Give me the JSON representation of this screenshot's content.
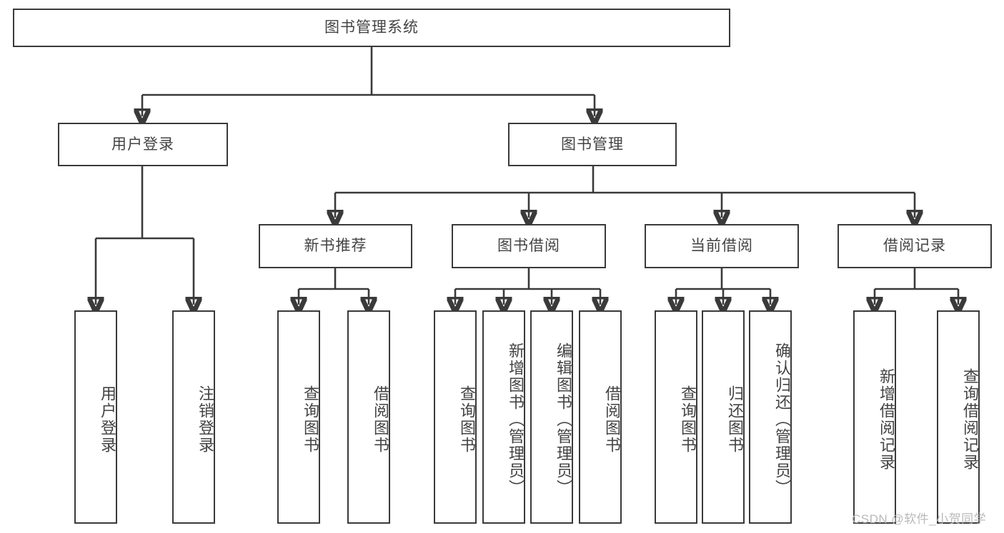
{
  "title": "图书管理系统 功能结构图",
  "watermark": "CSDN @软件_小贺同学",
  "colors": {
    "box_border": "#3a3a3a",
    "box_fill": "#ffffff",
    "text": "#434343",
    "edge": "#3a3a3a",
    "watermark": "#b9b9b9",
    "background": "#ffffff"
  },
  "chart_data": {
    "type": "diagram",
    "subtype": "tree-hierarchy",
    "title": "图书管理系统",
    "orientation": "top-down",
    "levels": 4,
    "nodes": [
      {
        "id": "root",
        "label": "图书管理系统",
        "level": 0,
        "parent": null
      },
      {
        "id": "login",
        "label": "用户登录",
        "level": 1,
        "parent": "root"
      },
      {
        "id": "bookmgmt",
        "label": "图书管理",
        "level": 1,
        "parent": "root"
      },
      {
        "id": "login-a",
        "label": "用户登录",
        "level": 2,
        "parent": "login"
      },
      {
        "id": "login-b",
        "label": "注销登录",
        "level": 2,
        "parent": "login"
      },
      {
        "id": "newbook",
        "label": "新书推荐",
        "level": 2,
        "parent": "bookmgmt"
      },
      {
        "id": "borrow",
        "label": "图书借阅",
        "level": 2,
        "parent": "bookmgmt"
      },
      {
        "id": "current",
        "label": "当前借阅",
        "level": 2,
        "parent": "bookmgmt"
      },
      {
        "id": "record",
        "label": "借阅记录",
        "level": 2,
        "parent": "bookmgmt"
      },
      {
        "id": "newbook-a",
        "label": "查询图书",
        "level": 3,
        "parent": "newbook"
      },
      {
        "id": "newbook-b",
        "label": "借阅图书",
        "level": 3,
        "parent": "newbook"
      },
      {
        "id": "borrow-a",
        "label": "查询图书",
        "level": 3,
        "parent": "borrow"
      },
      {
        "id": "borrow-b",
        "label": "新增图书（管理员）",
        "level": 3,
        "parent": "borrow"
      },
      {
        "id": "borrow-c",
        "label": "编辑图书（管理员）",
        "level": 3,
        "parent": "borrow"
      },
      {
        "id": "borrow-d",
        "label": "借阅图书",
        "level": 3,
        "parent": "borrow"
      },
      {
        "id": "current-a",
        "label": "查询图书",
        "level": 3,
        "parent": "current"
      },
      {
        "id": "current-b",
        "label": "归还图书",
        "level": 3,
        "parent": "current"
      },
      {
        "id": "current-c",
        "label": "确认归还（管理员）",
        "level": 3,
        "parent": "current"
      },
      {
        "id": "record-a",
        "label": "新增借阅记录",
        "level": 3,
        "parent": "record"
      },
      {
        "id": "record-b",
        "label": "查询借阅记录",
        "level": 3,
        "parent": "record"
      }
    ]
  },
  "nodes": {
    "root": "图书管理系统",
    "login": "用户登录",
    "bookmgmt": "图书管理",
    "login_a": "用户登录",
    "login_b": "注销登录",
    "newbook": "新书推荐",
    "borrow": "图书借阅",
    "current": "当前借阅",
    "record": "借阅记录",
    "newbook_a": "查询图书",
    "newbook_b": "借阅图书",
    "borrow_a": "查询图书",
    "borrow_b": "新增图书（管理员）",
    "borrow_c": "编辑图书（管理员）",
    "borrow_d": "借阅图书",
    "current_a": "查询图书",
    "current_b": "归还图书",
    "current_c": "确认归还（管理员）",
    "record_a": "新增借阅记录",
    "record_b": "查询借阅记录"
  }
}
